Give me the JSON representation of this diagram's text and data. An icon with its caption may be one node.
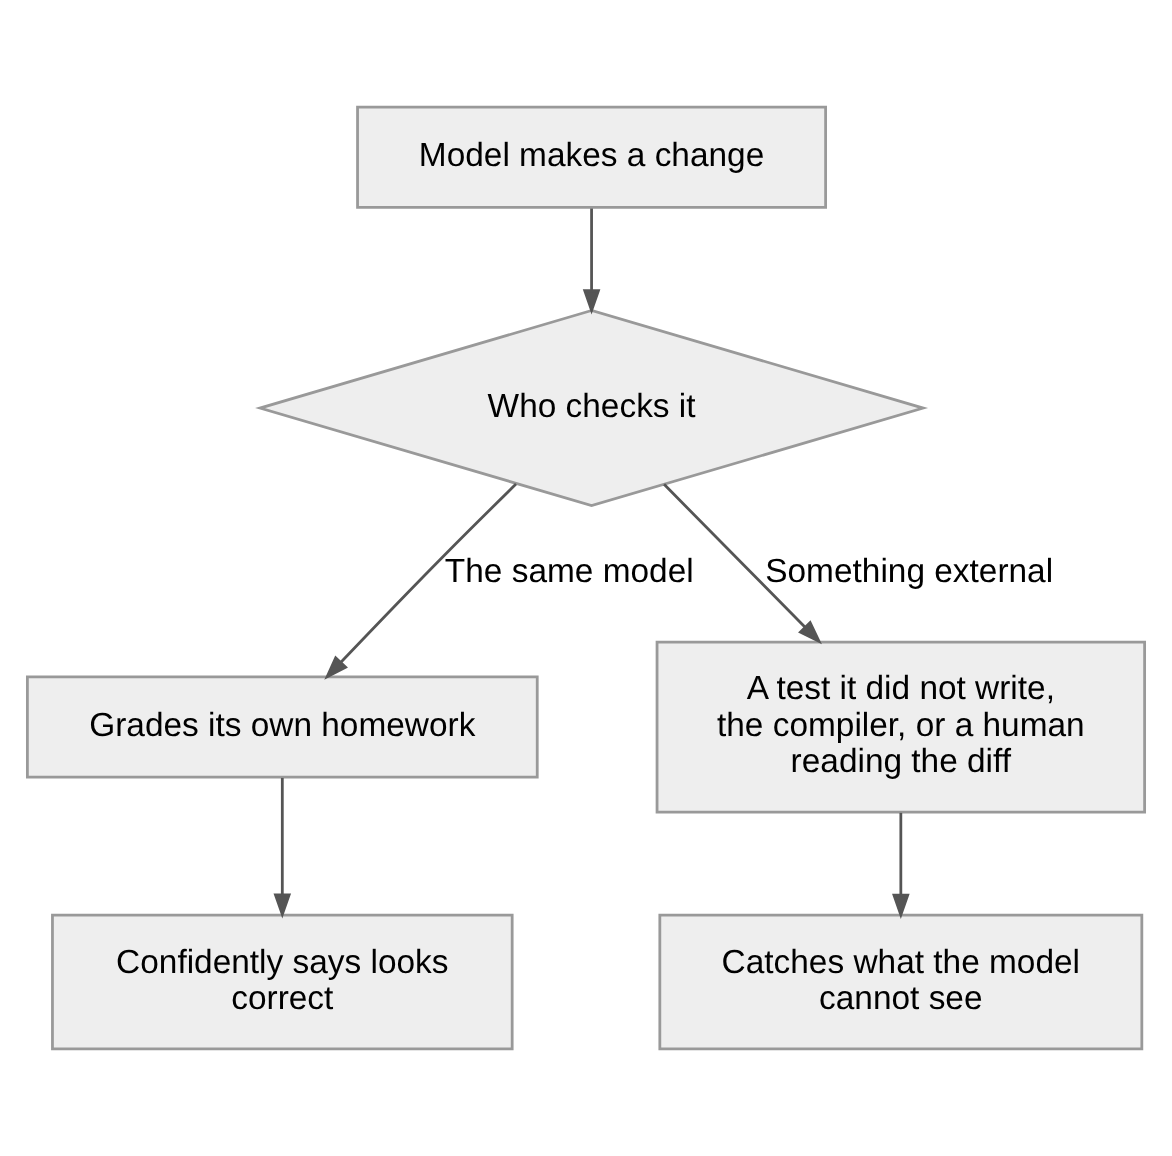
{
  "diagram": {
    "nodes": [
      {
        "text": [
          "Model makes a change"
        ]
      },
      {
        "text": [
          "Who checks it"
        ]
      },
      {
        "text": [
          "Grades its own homework"
        ]
      },
      {
        "text": [
          "A test it did not write, the compiler, or a human reading the diff"
        ]
      },
      {
        "text": [
          "Confidently says looks correct"
        ]
      },
      {
        "text": [
          "Catches what the model cannot see"
        ]
      }
    ],
    "edges": [
      {
        "from": 0,
        "to": 1,
        "arrow": "to"
      },
      {
        "from": 1,
        "to": 2,
        "arrow": "to",
        "label": "The same model"
      },
      {
        "from": 1,
        "to": 3,
        "arrow": "to",
        "label": "Something external"
      },
      {
        "from": 2,
        "to": 4,
        "arrow": "to"
      },
      {
        "from": 3,
        "to": 5,
        "arrow": "to"
      }
    ]
  }
}
